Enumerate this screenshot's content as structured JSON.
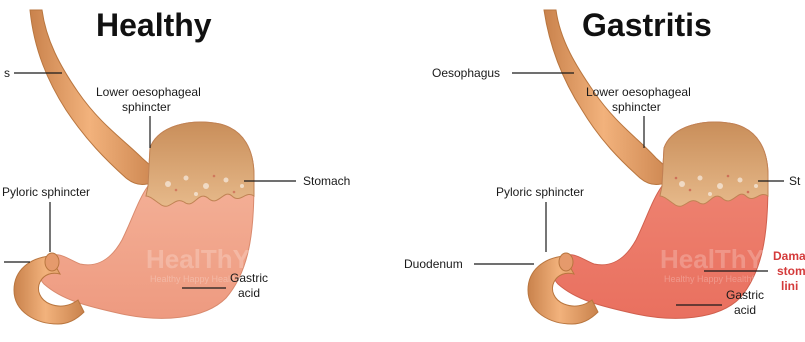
{
  "panels": {
    "healthy": {
      "title": "Healthy",
      "labels": {
        "oesophagus": "s",
        "sphincter_line1": "Lower oesophageal",
        "sphincter_line2": "sphincter",
        "stomach": "Stomach",
        "pyloric": "Pyloric sphincter",
        "gastric_line1": "Gastric",
        "gastric_line2": "acid"
      }
    },
    "gastritis": {
      "title": "Gastritis",
      "labels": {
        "oesophagus": "Oesophagus",
        "sphincter_line1": "Lower oesophageal",
        "sphincter_line2": "sphincter",
        "stomach": "St",
        "pyloric": "Pyloric sphincter",
        "duodenum": "Duodenum",
        "damaged_line1": "Dama",
        "damaged_line2": "stom",
        "damaged_line3": "lini",
        "gastric_line1": "Gastric",
        "gastric_line2": "acid"
      }
    }
  },
  "watermark": {
    "logo": "HealThY",
    "tagline": "Healthy Happy Healthful Life"
  },
  "colors": {
    "tube": "#e8a26a",
    "tube_edge": "#c9824c",
    "stomach_top": "#d9a46f",
    "acid_healthy": "#f0a890",
    "acid_gastritis": "#ec7a6a",
    "damaged_label": "#d43a3a"
  }
}
